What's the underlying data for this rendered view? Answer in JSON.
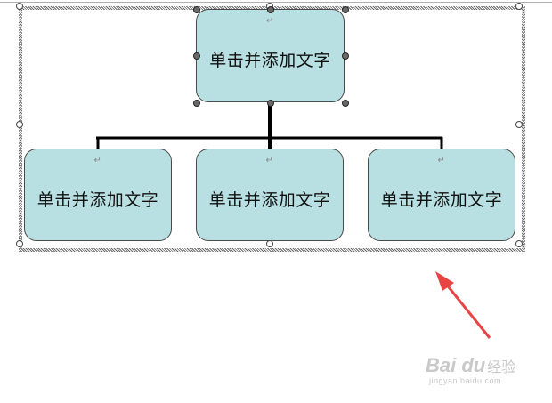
{
  "diagram": {
    "placeholder_text": "单击并添加文字",
    "paragraph_mark": "↵",
    "nodes": [
      {
        "id": "root",
        "text": "单击并添加文字"
      },
      {
        "id": "child-1",
        "text": "单击并添加文字"
      },
      {
        "id": "child-2",
        "text": "单击并添加文字"
      },
      {
        "id": "child-3",
        "text": "单击并添加文字"
      }
    ],
    "node_fill": "#b8dfe2",
    "connector_color": "#000000"
  },
  "annotation": {
    "arrow_color": "#e84444"
  },
  "watermark": {
    "logo": "Bai du",
    "text": "经验",
    "url": "jingyan.baidu.com"
  }
}
